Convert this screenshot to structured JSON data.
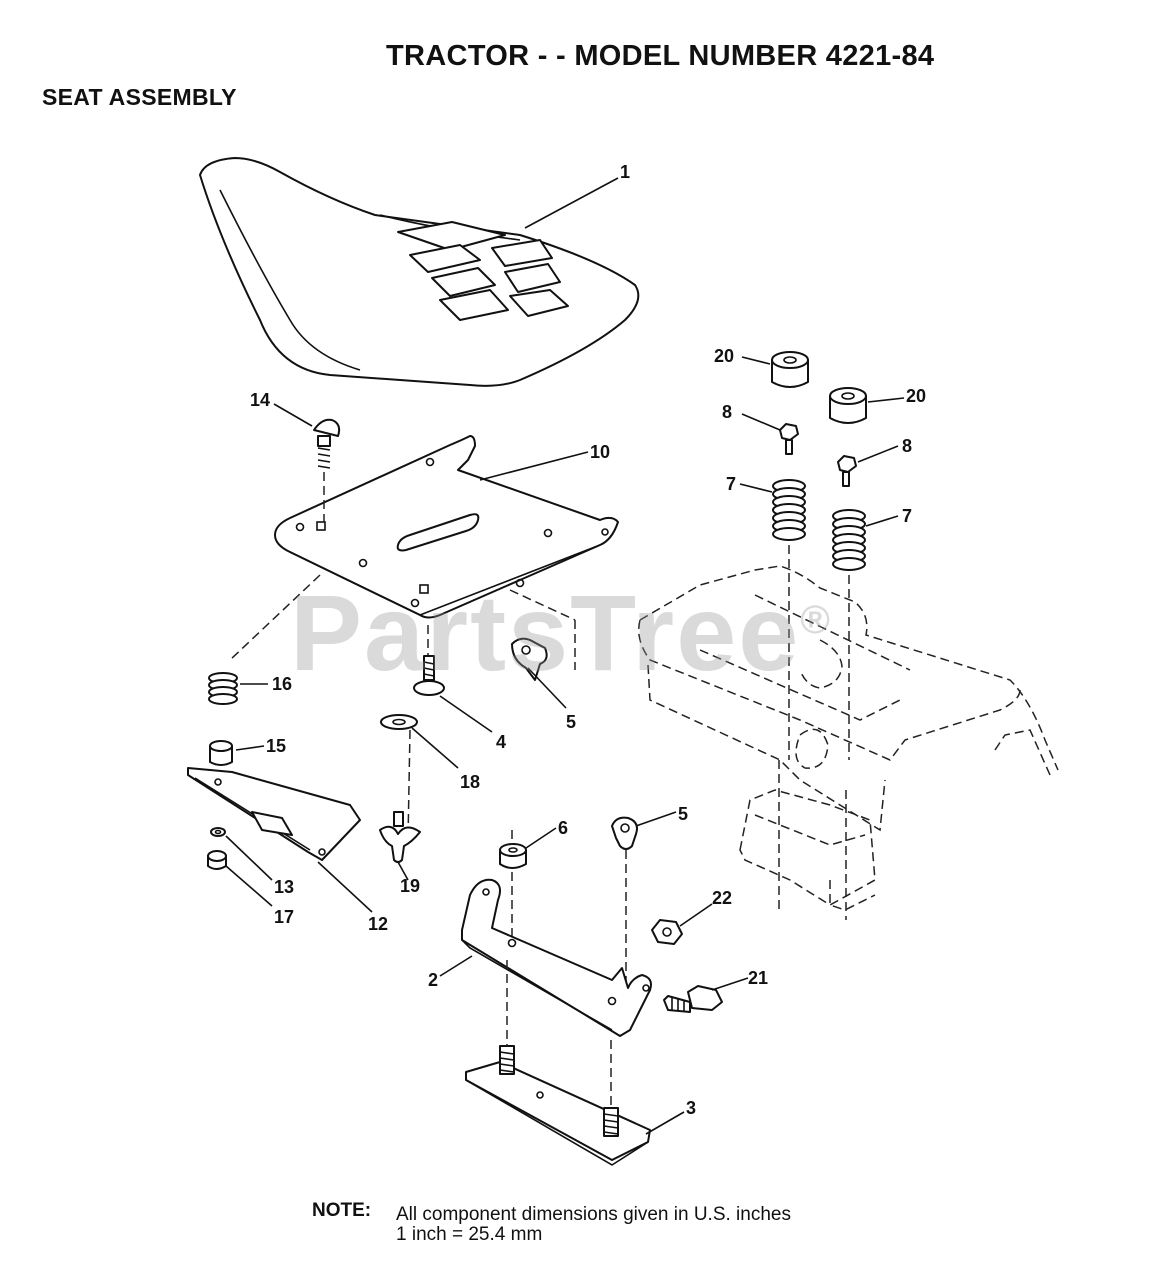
{
  "header": {
    "title": "TRACTOR - - MODEL NUMBER 4221-84",
    "subtitle": "SEAT ASSEMBLY"
  },
  "watermark": {
    "text": "PartsTree",
    "mark": "®"
  },
  "callouts": {
    "c1": "1",
    "c2": "2",
    "c3": "3",
    "c4": "4",
    "c5a": "5",
    "c5b": "5",
    "c6": "6",
    "c7a": "7",
    "c7b": "7",
    "c8a": "8",
    "c8b": "8",
    "c10": "10",
    "c12": "12",
    "c13": "13",
    "c14": "14",
    "c15": "15",
    "c16": "16",
    "c17": "17",
    "c18": "18",
    "c19": "19",
    "c20a": "20",
    "c20b": "20",
    "c21": "21",
    "c22": "22"
  },
  "note": {
    "label": "NOTE:",
    "line1": "All component dimensions given in U.S. inches",
    "line2": "1 inch = 25.4 mm"
  }
}
